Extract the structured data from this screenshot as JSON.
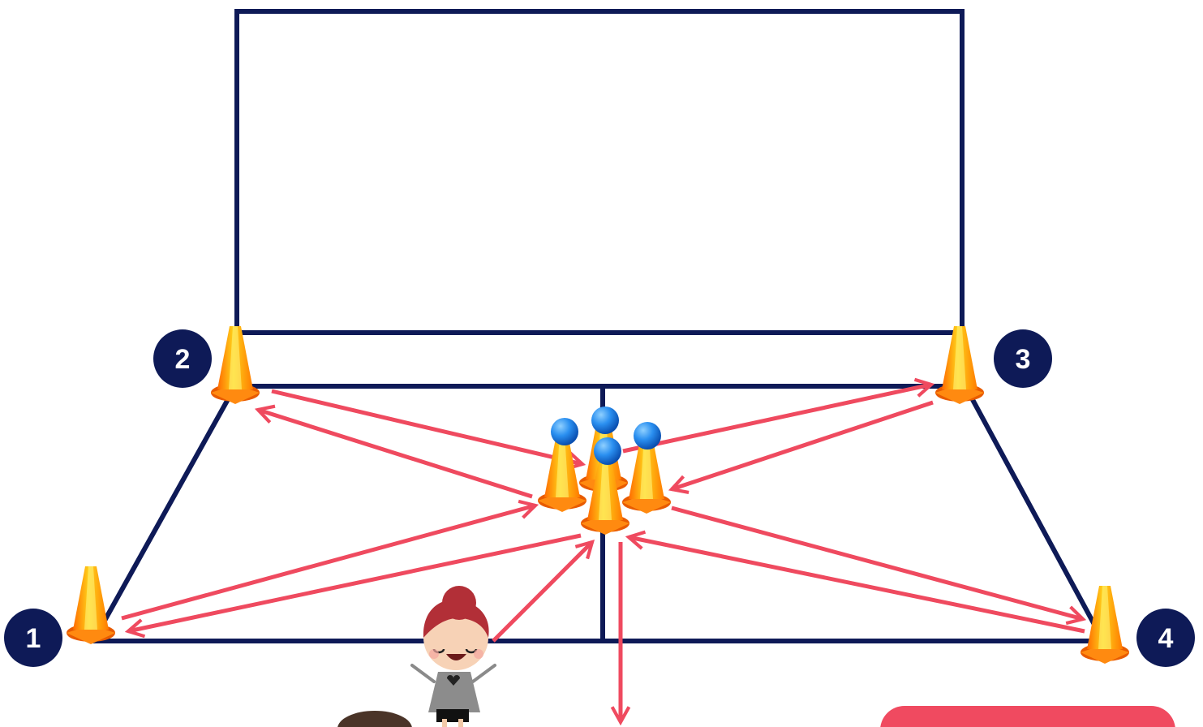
{
  "colors": {
    "court_line": "#0e1a57",
    "arrow": "#ef4a5f",
    "badge": "#0e1a57",
    "badge_text": "#ffffff",
    "cone_orange": "#ff7a00",
    "cone_yellow": "#ffd21a",
    "ball": "#1f7fe0",
    "banner": "#f04a60"
  },
  "stations": [
    {
      "id": "station-1",
      "label": "1"
    },
    {
      "id": "station-2",
      "label": "2"
    },
    {
      "id": "station-3",
      "label": "3"
    },
    {
      "id": "station-4",
      "label": "4"
    }
  ],
  "center": {
    "cone_count": 4,
    "ball_count": 4
  },
  "figures": [
    "girl-coach",
    "child-player"
  ]
}
